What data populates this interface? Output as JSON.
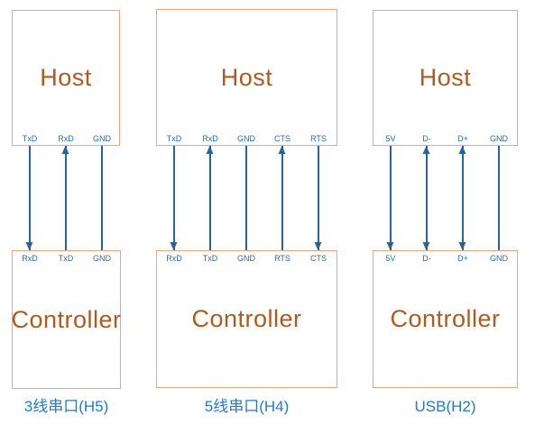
{
  "colors": {
    "box_border": "#f2a37c",
    "box_text": "#b05a1e",
    "pin_text": "#1d6fb5",
    "wire": "#24659c",
    "caption_text": "#1e7ad2",
    "background": "#ffffff"
  },
  "panels": [
    {
      "caption": "3线串口(H5)",
      "host_label": "Host",
      "controller_label": "Controller",
      "host_pins": [
        "TxD",
        "RxD",
        "GND"
      ],
      "controller_pins": [
        "RxD",
        "TxD",
        "GND"
      ],
      "wires": [
        {
          "host_pin": "TxD",
          "controller_pin": "RxD",
          "arrow": "to-controller"
        },
        {
          "host_pin": "RxD",
          "controller_pin": "TxD",
          "arrow": "to-host"
        },
        {
          "host_pin": "GND",
          "controller_pin": "GND",
          "arrow": "none"
        }
      ]
    },
    {
      "caption": "5线串口(H4)",
      "host_label": "Host",
      "controller_label": "Controller",
      "host_pins": [
        "TxD",
        "RxD",
        "GND",
        "CTS",
        "RTS"
      ],
      "controller_pins": [
        "RxD",
        "TxD",
        "GND",
        "RTS",
        "CTS"
      ],
      "wires": [
        {
          "host_pin": "TxD",
          "controller_pin": "RxD",
          "arrow": "to-controller"
        },
        {
          "host_pin": "RxD",
          "controller_pin": "TxD",
          "arrow": "to-host"
        },
        {
          "host_pin": "GND",
          "controller_pin": "GND",
          "arrow": "none"
        },
        {
          "host_pin": "CTS",
          "controller_pin": "RTS",
          "arrow": "to-host"
        },
        {
          "host_pin": "RTS",
          "controller_pin": "CTS",
          "arrow": "to-controller"
        }
      ]
    },
    {
      "caption": "USB(H2)",
      "host_label": "Host",
      "controller_label": "Controller",
      "host_pins": [
        "5V",
        "D-",
        "D+",
        "GND"
      ],
      "controller_pins": [
        "5V",
        "D-",
        "D+",
        "GND"
      ],
      "wires": [
        {
          "host_pin": "5V",
          "controller_pin": "5V",
          "arrow": "to-controller"
        },
        {
          "host_pin": "D-",
          "controller_pin": "D-",
          "arrow": "both"
        },
        {
          "host_pin": "D+",
          "controller_pin": "D+",
          "arrow": "both"
        },
        {
          "host_pin": "GND",
          "controller_pin": "GND",
          "arrow": "none"
        }
      ]
    }
  ]
}
